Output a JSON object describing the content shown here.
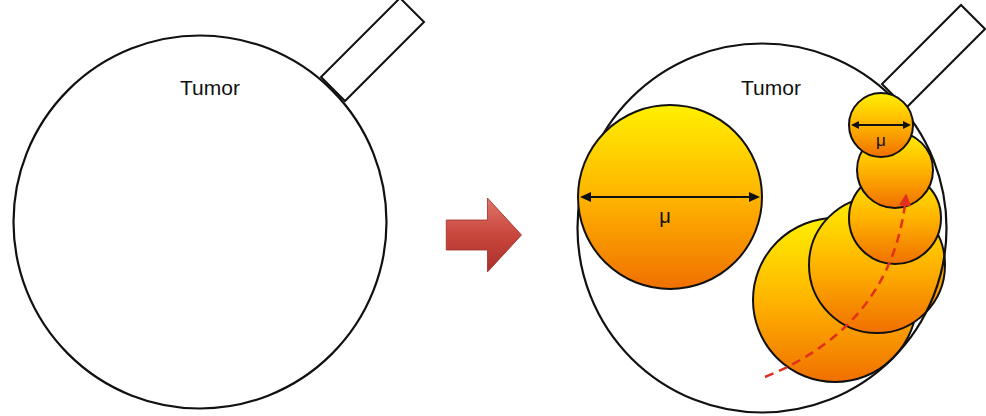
{
  "diagram": {
    "nodes": [
      {
        "text": [
          "Tumor"
        ]
      },
      {
        "text": [
          "Tumor"
        ]
      },
      {
        "text": [
          "μ"
        ],
        "in": 1
      },
      {
        "text": [
          "μ"
        ],
        "in": 1
      }
    ],
    "edges": [
      {
        "from": 0,
        "to": 1,
        "arrow": "to"
      }
    ]
  }
}
